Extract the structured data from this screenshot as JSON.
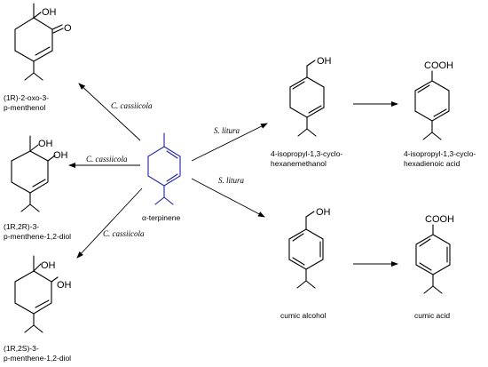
{
  "atoms": {
    "oh": "OH",
    "o": "O",
    "cooh": "COOH"
  },
  "organisms": {
    "c_cassiicola": "C. cassiicola",
    "s_litura": "S. litura"
  },
  "compounds": {
    "oxo_menthenol": [
      "(1R)-2-oxo-3-",
      "p-menthenol"
    ],
    "diol_1r2r": [
      "(1R,2R)-3-",
      "p-menthene-1,2-diol"
    ],
    "diol_1r2s": [
      "(1R,2S)-3-",
      "p-menthene-1,2-diol"
    ],
    "terpinene": "α-terpinene",
    "cyclohexanemethanol": [
      "4-isopropyl-1,3-cyclo-",
      "hexanemethanol"
    ],
    "cyclohexadienoic_acid": [
      "4-isopropyl-1,3-cyclo-",
      "hexadienoic acid"
    ],
    "cumic_alcohol": "cumic alcohol",
    "cumic_acid": "cumic acid"
  },
  "colors": {
    "substrate": "#1f1fb0",
    "products": "#000000"
  }
}
